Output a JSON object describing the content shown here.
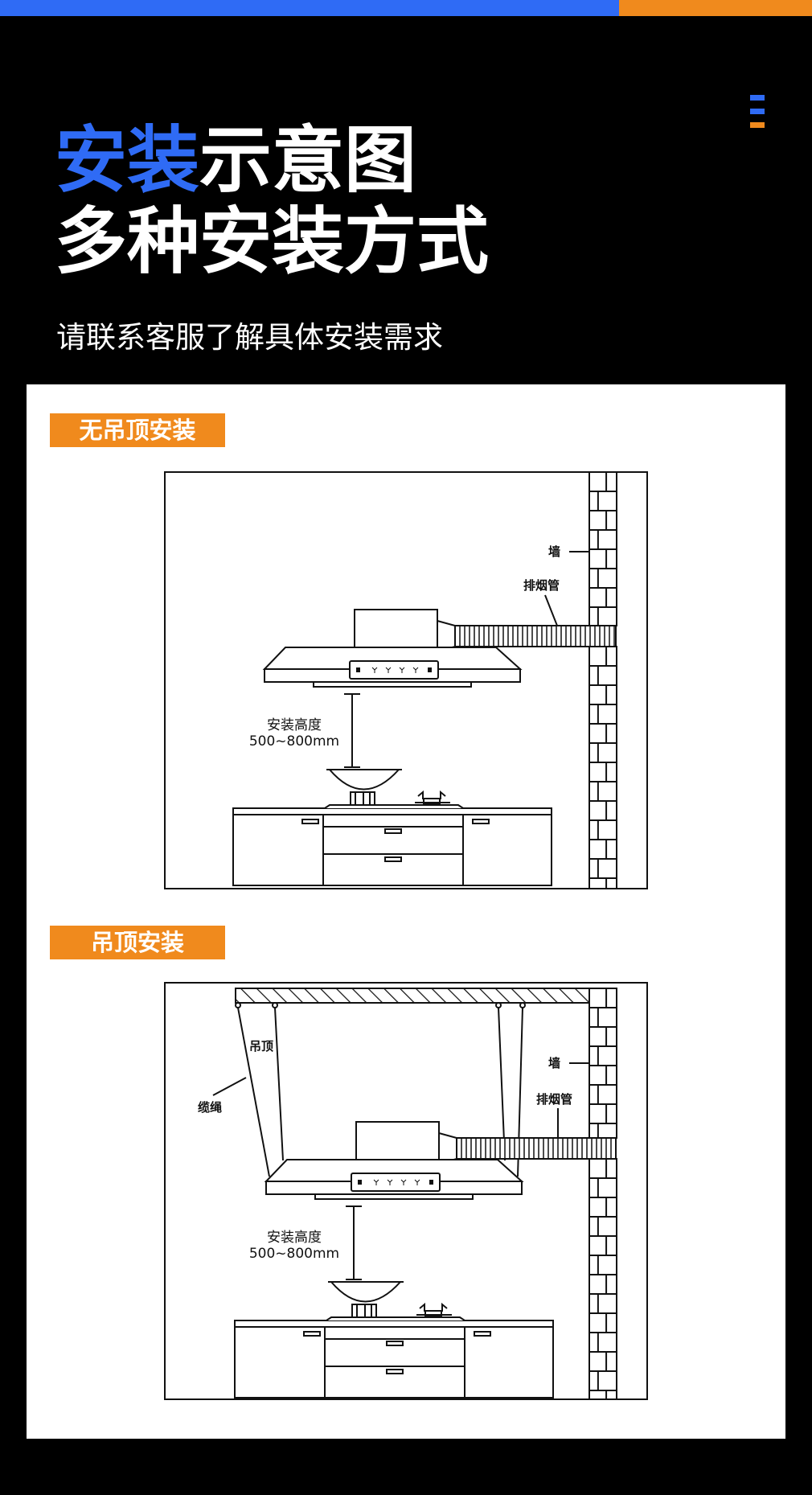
{
  "colors": {
    "blue": "#2f6bf5",
    "orange": "#f08a1d",
    "background": "#000000",
    "panel": "#ffffff"
  },
  "menu": {
    "icon": "menu-icon"
  },
  "header": {
    "title_line1_highlight": "安装",
    "title_line1_rest": "示意图",
    "title_line2": "多种安装方式",
    "subtitle": "请联系客服了解具体安装需求"
  },
  "sections": [
    {
      "tag": "无吊顶安装",
      "labels": {
        "wall": "墙",
        "pipe": "排烟管",
        "height_title": "安装高度",
        "height_value": "500~800mm"
      }
    },
    {
      "tag": "吊顶安装",
      "labels": {
        "ceiling": "吊顶",
        "cable": "缆绳",
        "wall": "墙",
        "pipe": "排烟管",
        "height_title": "安装高度",
        "height_value": "500~800mm"
      }
    }
  ]
}
